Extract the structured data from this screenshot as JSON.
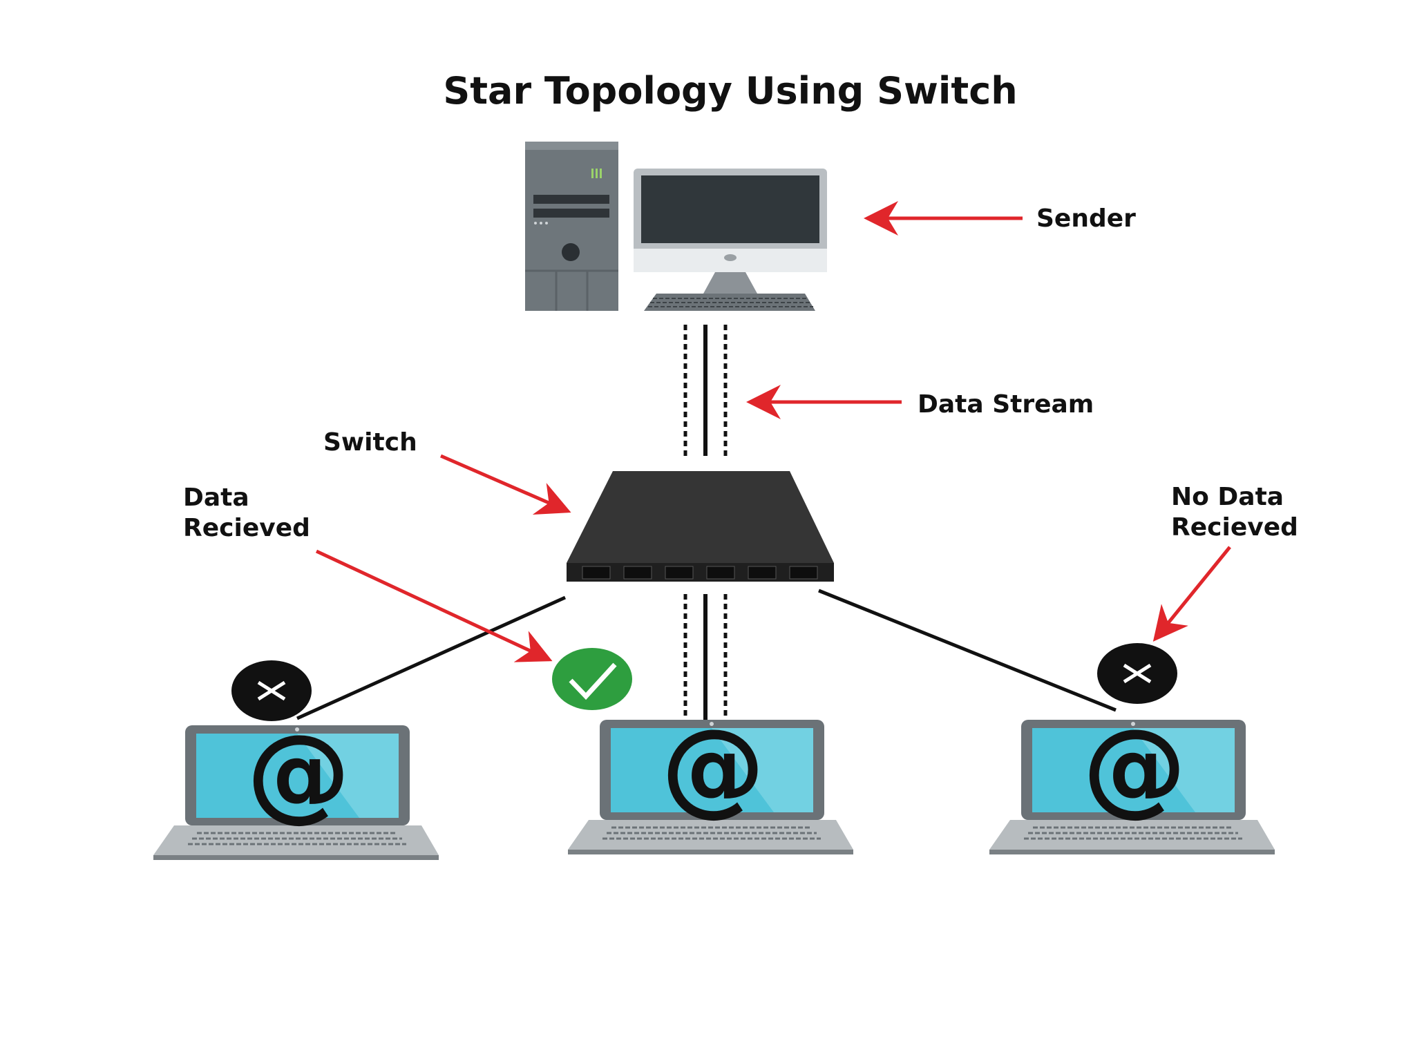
{
  "title": "Star Topology Using Switch",
  "labels": {
    "sender": "Sender",
    "data_stream": "Data Stream",
    "switch": "Switch",
    "data_received_line1": "Data",
    "data_received_line2": "Recieved",
    "no_data_line1": "No Data",
    "no_data_line2": "Recieved"
  },
  "laptops": [
    {
      "screen_symbol": "@",
      "status_icon": "x-icon"
    },
    {
      "screen_symbol": "@",
      "status_icon": "check-icon"
    },
    {
      "screen_symbol": "@",
      "status_icon": "x-icon"
    }
  ],
  "colors": {
    "arrow": "#e0262b",
    "screen": "#4fc3d9",
    "check_circle": "#2e9e3f",
    "x_circle": "#111111",
    "switch_body": "#2d2d2d",
    "tower": "#6e767b",
    "monitor_frame": "#b9bec2"
  }
}
